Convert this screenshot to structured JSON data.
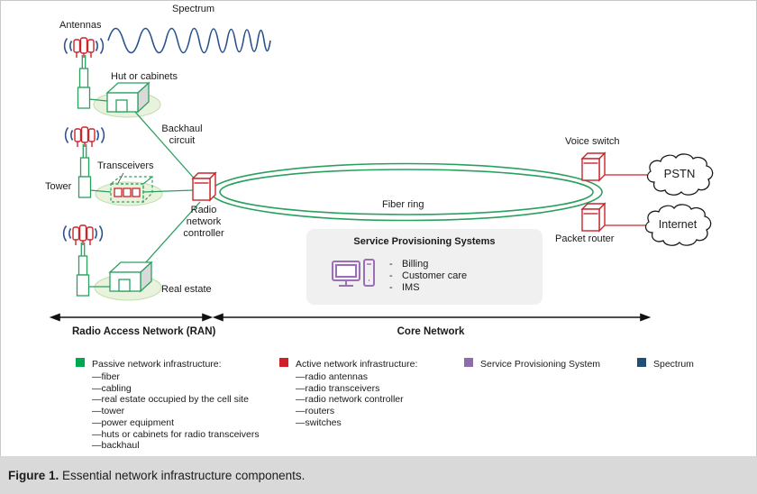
{
  "diagram": {
    "labels": {
      "antennas": "Antennas",
      "spectrum": "Spectrum",
      "hut": "Hut or cabinets",
      "backhaul": "Backhaul\ncircuit",
      "tower": "Tower",
      "transceivers": "Transceivers",
      "rnc": "Radio\nnetwork\ncontroller",
      "real_estate": "Real estate",
      "fiber_ring": "Fiber ring",
      "voice_switch": "Voice switch",
      "packet_router": "Packet router",
      "pstn": "PSTN",
      "internet": "Internet"
    },
    "service_panel": {
      "title": "Service Provisioning Systems",
      "icon": "computer-icon",
      "marker": "-",
      "items": [
        "Billing",
        "Customer care",
        "IMS"
      ]
    },
    "sections": {
      "ran": "Radio Access Network (RAN)",
      "core": "Core Network"
    }
  },
  "legend": {
    "marker": "—",
    "groups": [
      {
        "color": "#00a650",
        "title": "Passive network infrastructure:",
        "items": [
          "fiber",
          "cabling",
          "real estate occupied by the cell site",
          "tower",
          "power equipment",
          "huts or cabinets for radio transceivers",
          "backhaul"
        ]
      },
      {
        "color": "#cf2027",
        "title": "Active network infrastructure:",
        "items": [
          "radio antennas",
          "radio transceivers",
          "radio network controller",
          "routers",
          "switches"
        ]
      },
      {
        "color": "#8e6cab",
        "title": "Service Provisioning System",
        "items": []
      },
      {
        "color": "#1f4e79",
        "title": "Spectrum",
        "items": []
      }
    ]
  },
  "caption": {
    "prefix": "Figure 1.",
    "text": " Essential network infrastructure components."
  },
  "colors": {
    "green": "#2aa05f",
    "pale_green": "#e9f2dd",
    "red": "#c9252b",
    "blue": "#2f5391",
    "purple": "#9b6fb5",
    "panel_bg": "#f0f0f0",
    "caption_bg": "#d9d9d9"
  }
}
